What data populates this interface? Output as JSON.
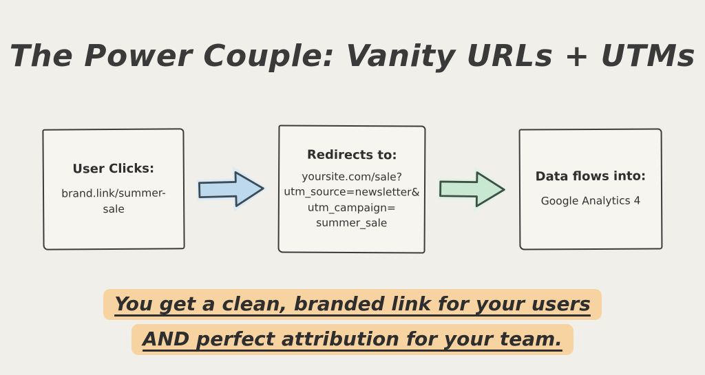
{
  "title": "The Power Couple: Vanity URLs + UTMs",
  "flow": {
    "steps": [
      {
        "heading": "User Clicks:",
        "lines": [
          "brand.link/summer-sale"
        ]
      },
      {
        "heading": "Redirects to:",
        "lines": [
          "yoursite.com/sale?",
          "utm_source=newsletter&",
          "utm_campaign=",
          "summer_sale"
        ]
      },
      {
        "heading": "Data flows into:",
        "lines": [
          "Google Analytics 4"
        ]
      }
    ],
    "arrows": [
      {
        "name": "blue-arrow",
        "fill": "#bcd9ee",
        "halo": "#dcebf6",
        "stroke": "#3d4b55"
      },
      {
        "name": "green-arrow",
        "fill": "#c9e8d1",
        "halo": "#e1f2e5",
        "stroke": "#3e5046"
      }
    ]
  },
  "footer": {
    "line1": "You get a clean, branded link for your users",
    "line2": "AND perfect attribution for your team."
  },
  "colors": {
    "background": "#f1efe9",
    "box_fill": "#f6f5ef",
    "box_border": "#3c3c3c",
    "title_text": "#3a3a3a",
    "highlight": "#f8d3a2",
    "body_text": "#333333"
  }
}
